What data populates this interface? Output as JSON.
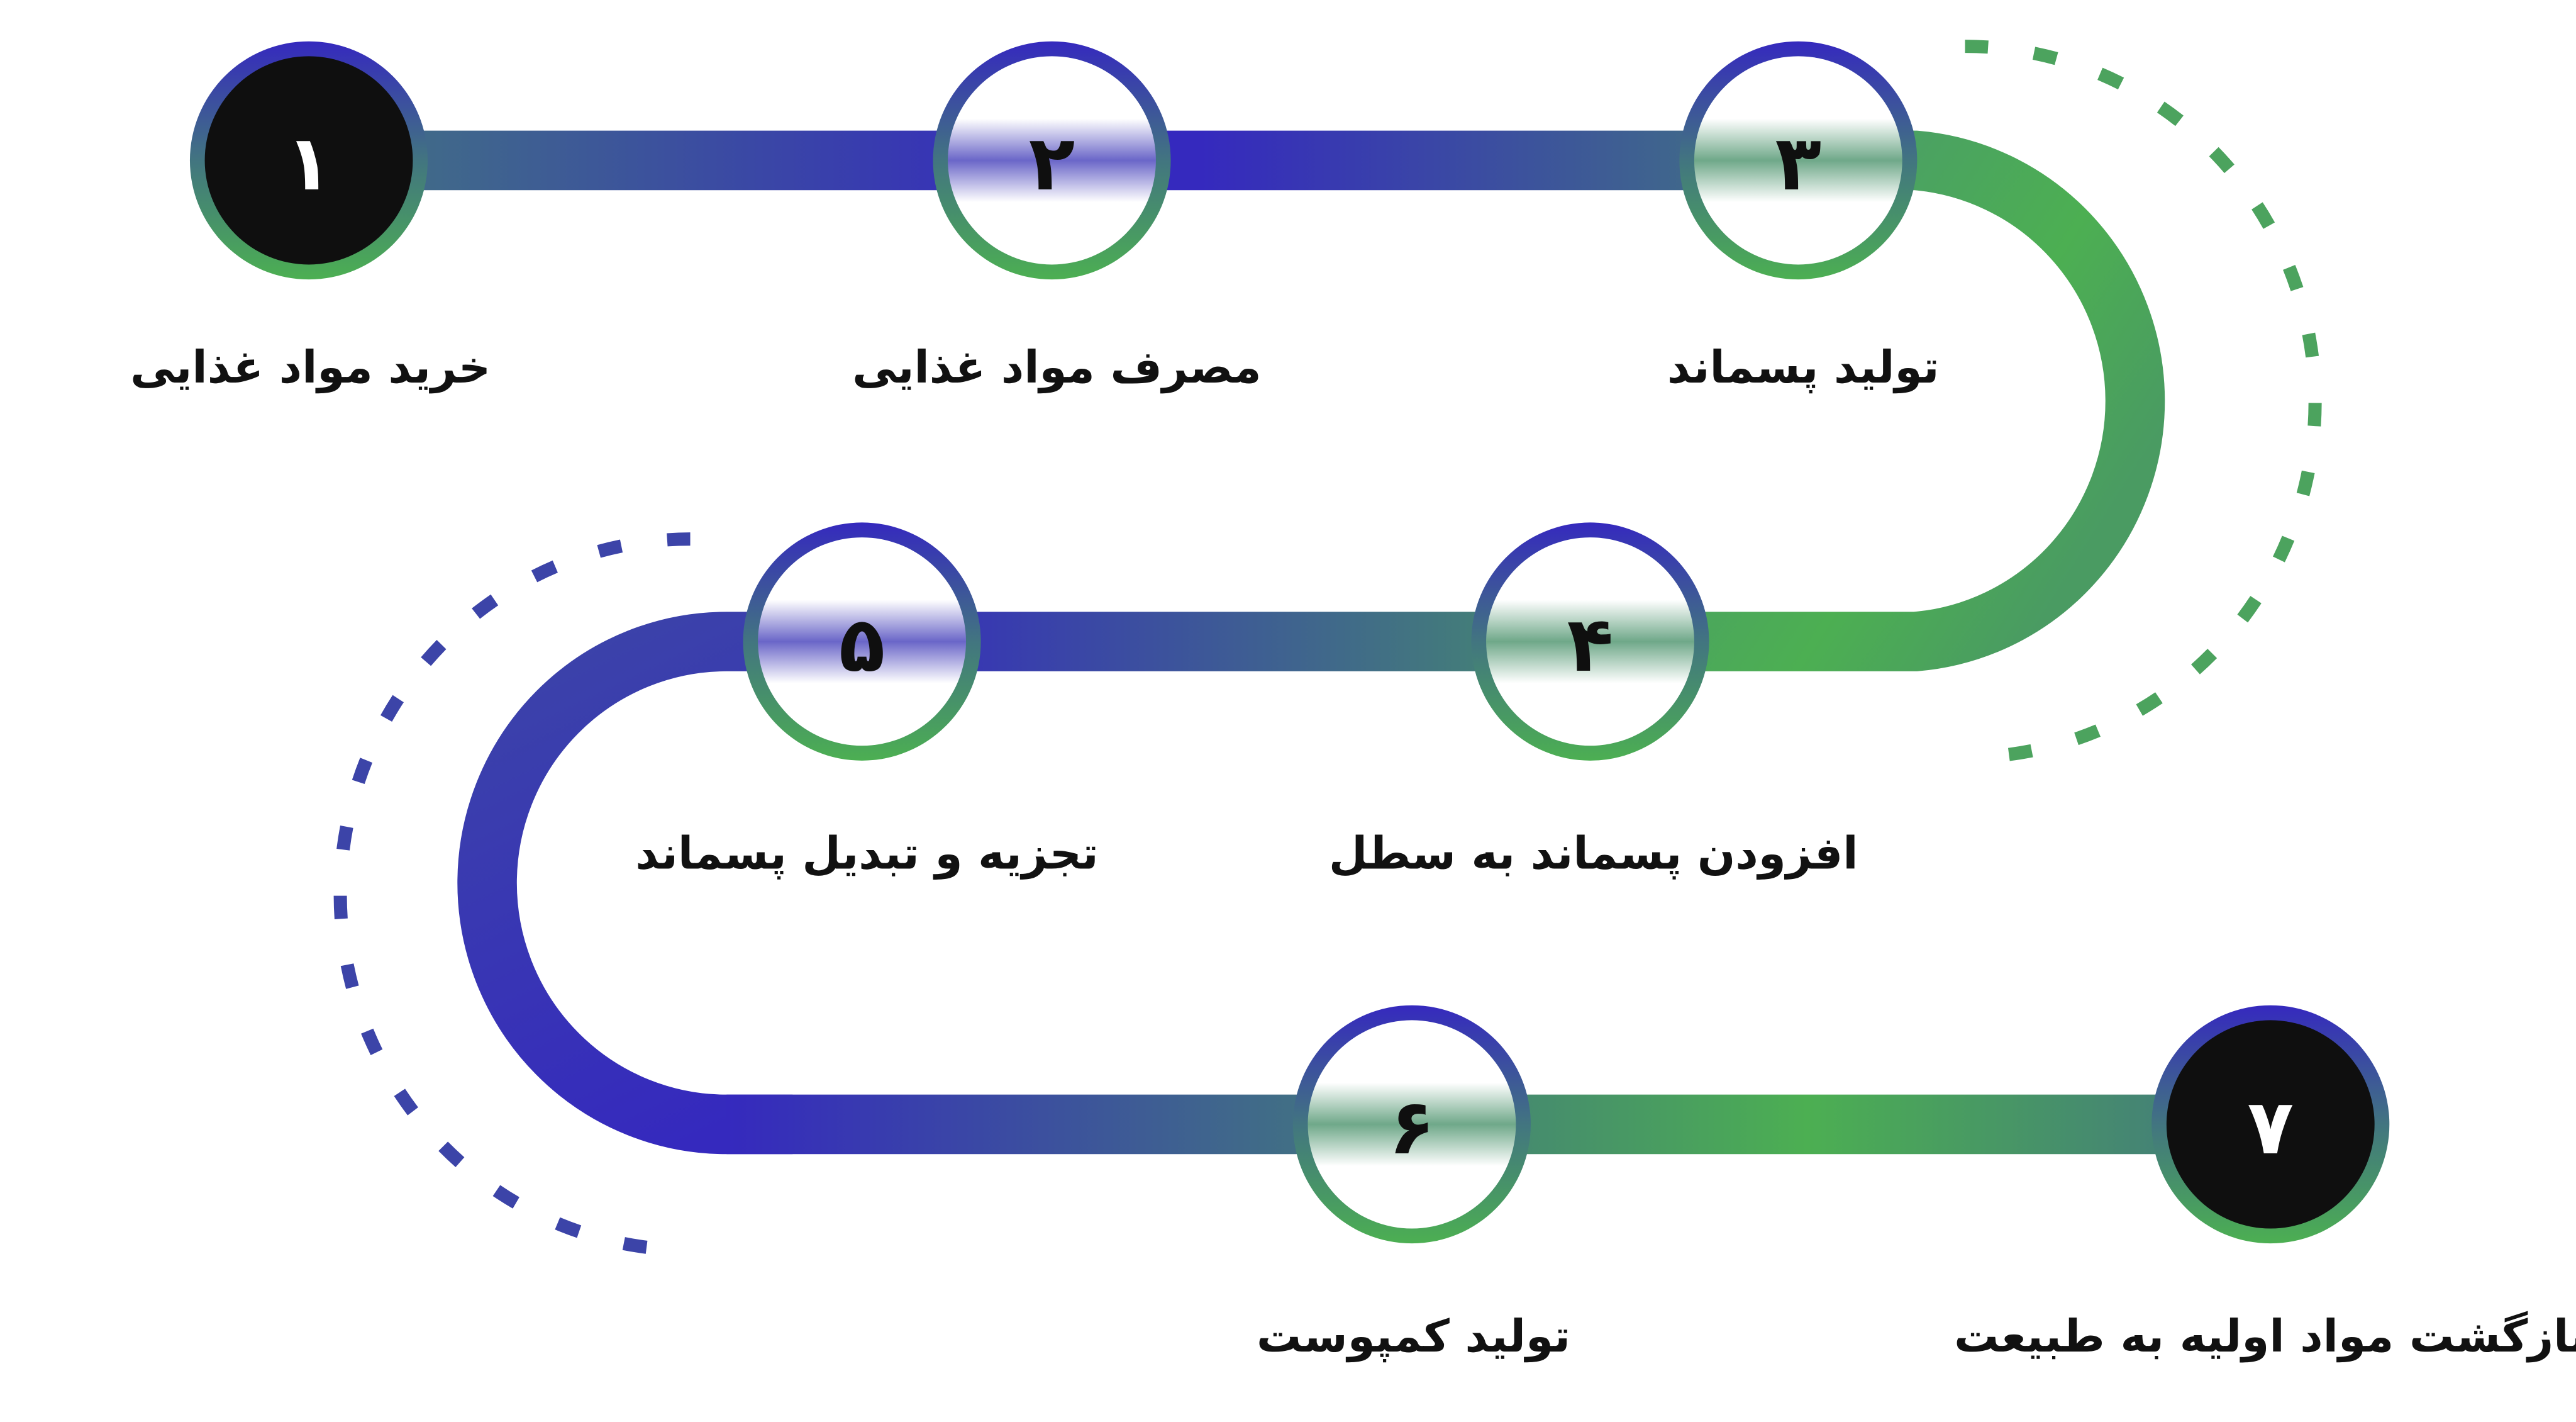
{
  "title": "چرخه پسماند مواد غذایی",
  "colors": {
    "blue": "#3529BE",
    "teal": "#427580",
    "green": "#4CAF52",
    "dark": "#0F0F0F",
    "white": "#FFFFFF",
    "text": "#111111"
  },
  "steps": [
    {
      "number": "۱",
      "label": "خرید مواد غذایی",
      "style": "dark"
    },
    {
      "number": "۲",
      "label": "مصرف مواد غذایی",
      "style": "purple"
    },
    {
      "number": "۳",
      "label": "تولید پسماند",
      "style": "green"
    },
    {
      "number": "۴",
      "label": "افزودن پسماند به سطل",
      "style": "green"
    },
    {
      "number": "۵",
      "label": "تجزیه و تبدیل پسماند",
      "style": "purple"
    },
    {
      "number": "۶",
      "label": "تولید کمپوست",
      "style": "green"
    },
    {
      "number": "۷",
      "label": "بازگشت مواد اولیه به طبیعت",
      "style": "dark"
    }
  ]
}
